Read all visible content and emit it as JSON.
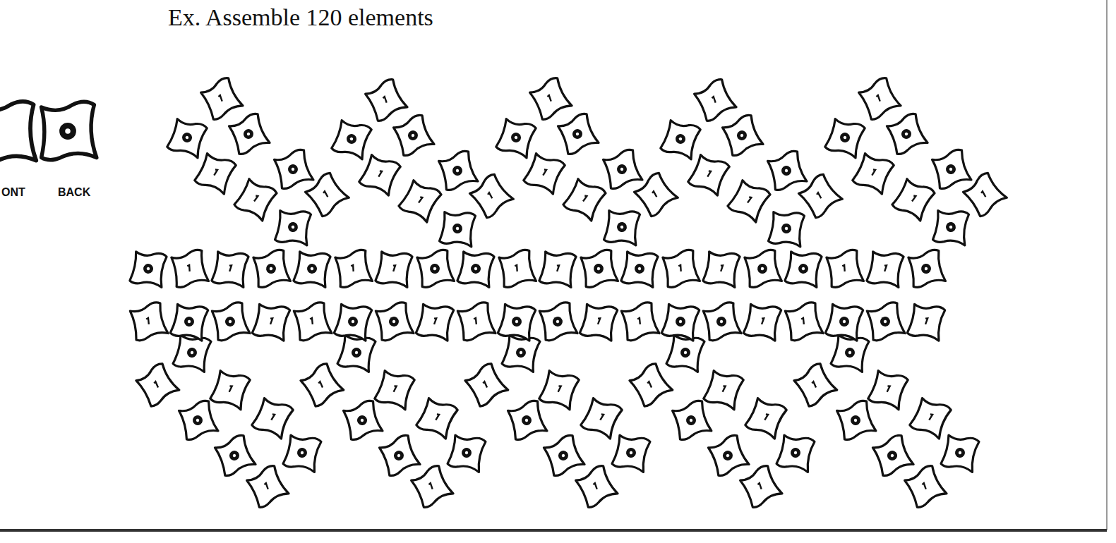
{
  "diagram": {
    "title": "Ex. Assemble 120 elements",
    "labels": [
      "ONT",
      "BACK"
    ]
  }
}
